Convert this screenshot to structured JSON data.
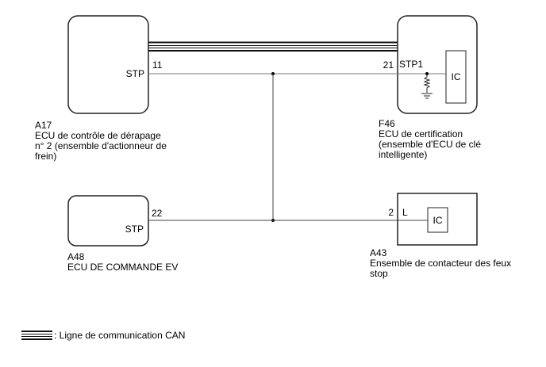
{
  "components": {
    "a17": {
      "code": "A17",
      "name": "ECU de contrôle de dérapage\nn° 2 (ensemble d'actionneur de\nfrein)",
      "pin_name": "STP",
      "pin_number": "11"
    },
    "f46": {
      "code": "F46",
      "name": "ECU de certification\n(ensemble d'ECU de clé\nintelligente)",
      "pin_name": "STP1",
      "pin_number": "21",
      "ic_label": "IC"
    },
    "a48": {
      "code": "A48",
      "name": "ECU DE COMMANDE EV",
      "pin_name": "STP",
      "pin_number": "22"
    },
    "a43": {
      "code": "A43",
      "name": "Ensemble de contacteur des feux\nstop",
      "pin_name": "L",
      "pin_number": "2",
      "ic_label": "IC"
    }
  },
  "legend": {
    "can_line_label": ": Ligne de communication CAN"
  }
}
